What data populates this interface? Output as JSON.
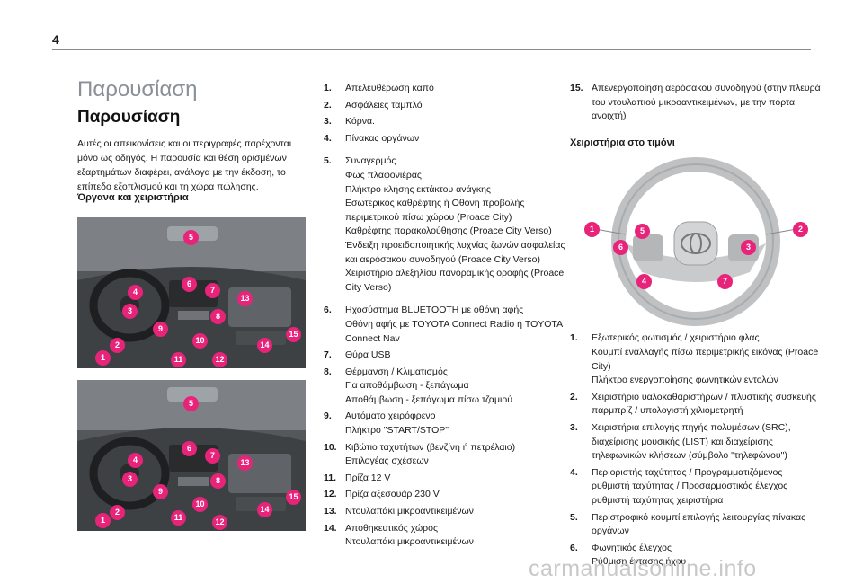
{
  "page_number": "4",
  "title": "Παρουσίαση",
  "subtitle": "Παρουσίαση",
  "intro": "Αυτές οι απεικονίσεις και οι περιγραφές παρέχονται μόνο ως οδηγός. Η παρουσία και θέση ορισμένων εξαρτημάτων διαφέρει, ανάλογα με την έκδοση, το επίπεδο εξοπλισμού και τη χώρα πώλησης.",
  "instruments_heading": "Όργανα και χειριστήρια",
  "dashboard_callouts": [
    "1",
    "2",
    "3",
    "4",
    "5",
    "6",
    "7",
    "8",
    "9",
    "10",
    "11",
    "12",
    "13",
    "14",
    "15"
  ],
  "items": [
    {
      "n": "1.",
      "t": "Απελευθέρωση καπό"
    },
    {
      "n": "2.",
      "t": "Ασφάλειες ταμπλό"
    },
    {
      "n": "3.",
      "t": "Κόρνα."
    },
    {
      "n": "4.",
      "t": "Πίνακας οργάνων"
    },
    {
      "n": "5.",
      "t": "Συναγερμός\nΦως πλαφονιέρας\nΠλήκτρο κλήσης εκτάκτου ανάγκης\nΕσωτερικός καθρέφτης ή Οθόνη προβολής περιμετρικού πίσω χώρου (Proace City)\nΚαθρέφτης παρακολούθησης (Proace City Verso)\nΈνδειξη προειδοποιητικής λυχνίας ζωνών ασφαλείας και αερόσακου συνοδηγού (Proace City Verso)\nΧειριστήριο αλεξηλίου πανοραμικής οροφής (Proace City Verso)"
    },
    {
      "n": "6.",
      "t": "Ηχοσύστημα BLUETOOTH με οθόνη αφής\nΟθόνη αφής με TOYOTA Connect Radio ή TOYOTA Connect Nav"
    },
    {
      "n": "7.",
      "t": "Θύρα USB"
    },
    {
      "n": "8.",
      "t": "Θέρμανση / Κλιματισμός\nΓια αποθάμβωση - ξεπάγωμα\nΑποθάμβωση - ξεπάγωμα πίσω τζαμιού"
    },
    {
      "n": "9.",
      "t": "Αυτόματο χειρόφρενο\nΠλήκτρο \"START/STOP\""
    },
    {
      "n": "10.",
      "t": "Κιβώτιο ταχυτήτων (βενζίνη ή πετρέλαιο)\nΕπιλογέας σχέσεων"
    },
    {
      "n": "11.",
      "t": "Πρίζα 12 V"
    },
    {
      "n": "12.",
      "t": "Πρίζα αξεσουάρ 230 V"
    },
    {
      "n": "13.",
      "t": "Ντουλαπάκι μικροαντικειμένων"
    },
    {
      "n": "14.",
      "t": "Αποθηκευτικός χώρος\nΝτουλαπάκι μικροαντικειμένων"
    },
    {
      "n": "15.",
      "t": "Απενεργοποίηση αερόσακου συνοδηγού (στην πλευρά του ντουλαπιού μικροαντικειμένων, με την πόρτα ανοιχτή)"
    }
  ],
  "wheel_heading": "Χειριστήρια στο τιμόνι",
  "wheel_callouts": [
    "1",
    "2",
    "3",
    "4",
    "5",
    "6",
    "7"
  ],
  "wheel_items": [
    {
      "n": "1.",
      "t": "Εξωτερικός φωτισμός / χειριστήριο φλας\nΚουμπί εναλλαγής πίσω περιμετρικής εικόνας (Proace City)\nΠλήκτρο ενεργοποίησης φωνητικών εντολών"
    },
    {
      "n": "2.",
      "t": "Χειριστήριο υαλοκαθαριστήρων / πλυστικής συσκευής παρμπρίζ / υπολογιστή χιλιομετρητή"
    },
    {
      "n": "3.",
      "t": "Χειριστήρια επιλογής πηγής πολυμέσων (SRC), διαχείρισης μουσικής (LIST) και διαχείρισης τηλεφωνικών κλήσεων (σύμβολο \"τηλεφώνου\")"
    },
    {
      "n": "4.",
      "t": "Περιοριστής ταχύτητας / Προγραμματιζόμενος ρυθμιστή ταχύτητας / Προσαρμοστικός έλεγχος ρυθμιστή ταχύτητας χειριστήρια"
    },
    {
      "n": "5.",
      "t": "Περιστροφικό κουμπί επιλογής λειτουργίας πίνακας οργάνων"
    },
    {
      "n": "6.",
      "t": "Φωνητικός έλεγχος\nΡύθμιση έντασης ήχου"
    }
  ],
  "watermark": "carmanualsonline.info",
  "colors": {
    "callout": "#e8237a",
    "title_grey": "#8a8f98"
  }
}
